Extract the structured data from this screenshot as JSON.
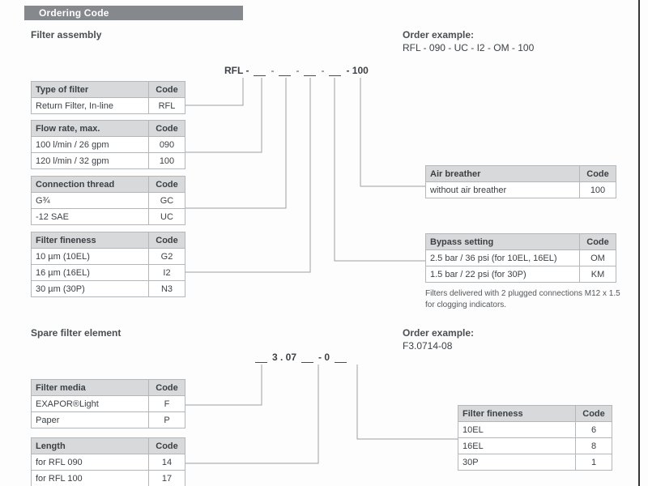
{
  "header": {
    "title": "Ordering Code"
  },
  "assembly": {
    "title": "Filter assembly",
    "order_example_label": "Order example:",
    "order_example_value": "RFL - 090 - UC - I2 - OM - 100",
    "code": {
      "prefix": "RFL -",
      "dash": "-",
      "suffix": "- 100"
    },
    "type_table": {
      "header": "Type of filter",
      "code_header": "Code",
      "rows": [
        {
          "label": "Return Filter, In-line",
          "code": "RFL"
        }
      ]
    },
    "flow_table": {
      "header": "Flow rate, max.",
      "code_header": "Code",
      "rows": [
        {
          "label": "100 l/min / 26 gpm",
          "code": "090"
        },
        {
          "label": "120 l/min / 32 gpm",
          "code": "100"
        }
      ]
    },
    "thread_table": {
      "header": "Connection thread",
      "code_header": "Code",
      "rows": [
        {
          "label": "G¾",
          "code": "GC"
        },
        {
          "label": "-12 SAE",
          "code": "UC"
        }
      ]
    },
    "fineness_table": {
      "header": "Filter fineness",
      "code_header": "Code",
      "rows": [
        {
          "label": "10 µm (10EL)",
          "code": "G2"
        },
        {
          "label": "16 µm (16EL)",
          "code": "I2"
        },
        {
          "label": "30 µm (30P)",
          "code": "N3"
        }
      ]
    },
    "air_table": {
      "header": "Air breather",
      "code_header": "Code",
      "rows": [
        {
          "label": "without air breather",
          "code": "100"
        }
      ]
    },
    "bypass_table": {
      "header": "Bypass setting",
      "code_header": "Code",
      "rows": [
        {
          "label": "2.5 bar / 36 psi (for 10EL, 16EL)",
          "code": "OM"
        },
        {
          "label": "1.5 bar / 22 psi (for 30P)",
          "code": "KM"
        }
      ]
    },
    "note": "Filters delivered with 2 plugged connections M12 x 1.5 for clogging indicators."
  },
  "spare": {
    "title": "Spare filter element",
    "order_example_label": "Order example:",
    "order_example_value": "F3.0714-08",
    "code": {
      "mid": "3 . 07",
      "mid2": "- 0"
    },
    "media_table": {
      "header": "Filter media",
      "code_header": "Code",
      "rows": [
        {
          "label": "EXAPOR®Light",
          "code": "F"
        },
        {
          "label": "Paper",
          "code": "P"
        }
      ]
    },
    "length_table": {
      "header": "Length",
      "code_header": "Code",
      "rows": [
        {
          "label": "for RFL 090",
          "code": "14"
        },
        {
          "label": "for RFL 100",
          "code": "17"
        }
      ]
    },
    "fineness_table": {
      "header": "Filter fineness",
      "code_header": "Code",
      "rows": [
        {
          "label": "10EL",
          "code": "6"
        },
        {
          "label": "16EL",
          "code": "8"
        },
        {
          "label": "30P",
          "code": "1"
        }
      ]
    }
  }
}
